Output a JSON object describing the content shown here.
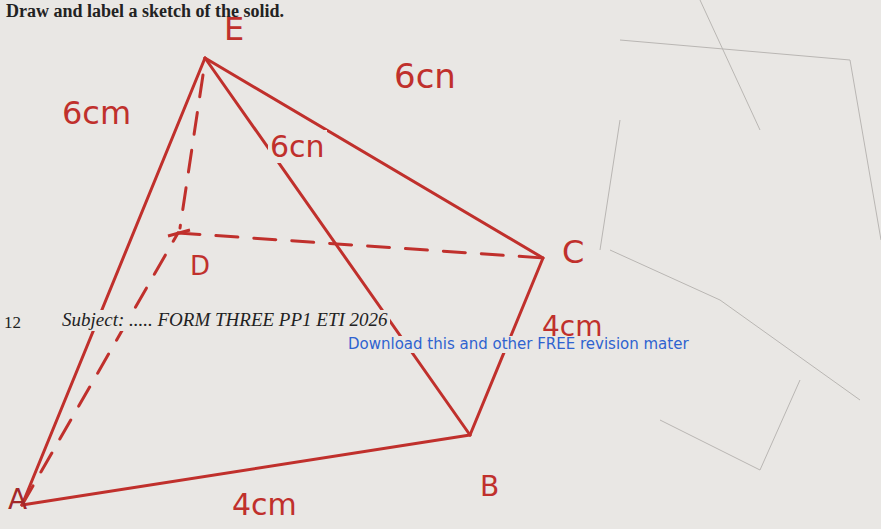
{
  "diagram": {
    "labels": [
      "Draw and label a sketch of the solid.",
      "E",
      "6cm",
      "6cn",
      "6cn",
      "D",
      "C",
      "4cm",
      "12",
      "Subject: ..... FORM THREE PP1 ETI 2026",
      "Download this and other FREE revision mater",
      "A",
      "4cm",
      "B"
    ]
  }
}
